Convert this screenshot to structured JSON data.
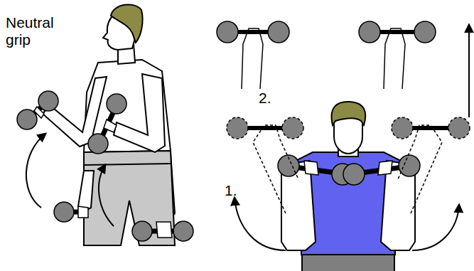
{
  "diagram": {
    "labels": [
      "Neutral grip",
      "2.",
      "1."
    ]
  }
}
